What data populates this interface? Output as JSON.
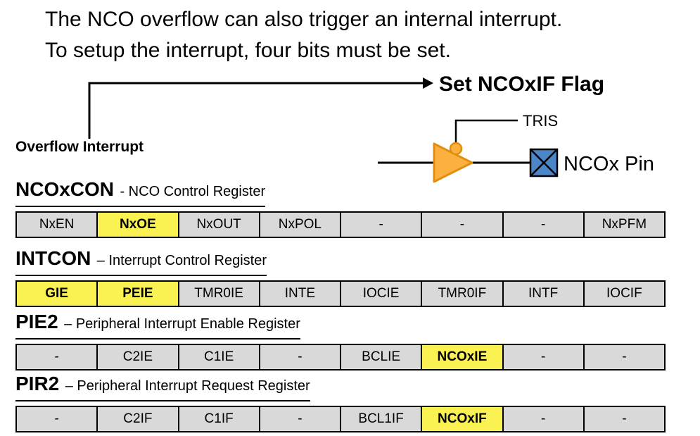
{
  "intro": {
    "line1": "The NCO overflow can also trigger an internal interrupt.",
    "line2": "To setup the interrupt, four bits must be set."
  },
  "diagram": {
    "set_flag_label": "Set NCOxIF Flag",
    "overflow_label": "Overflow Interrupt",
    "tris_label": "TRIS",
    "pin_label": "NCOx Pin"
  },
  "registers": [
    {
      "name": "NCOxCON",
      "desc": "- NCO Control Register",
      "cells": [
        {
          "label": "NxEN",
          "highlight": false
        },
        {
          "label": "NxOE",
          "highlight": true
        },
        {
          "label": "NxOUT",
          "highlight": false
        },
        {
          "label": "NxPOL",
          "highlight": false
        },
        {
          "label": "-",
          "highlight": false
        },
        {
          "label": "-",
          "highlight": false
        },
        {
          "label": "-",
          "highlight": false
        },
        {
          "label": "NxPFM",
          "highlight": false
        }
      ]
    },
    {
      "name": "INTCON",
      "desc": "– Interrupt Control Register",
      "cells": [
        {
          "label": "GIE",
          "highlight": true
        },
        {
          "label": "PEIE",
          "highlight": true
        },
        {
          "label": "TMR0IE",
          "highlight": false
        },
        {
          "label": "INTE",
          "highlight": false
        },
        {
          "label": "IOCIE",
          "highlight": false
        },
        {
          "label": "TMR0IF",
          "highlight": false
        },
        {
          "label": "INTF",
          "highlight": false
        },
        {
          "label": "IOCIF",
          "highlight": false
        }
      ]
    },
    {
      "name": "PIE2",
      "desc": "– Peripheral Interrupt Enable Register",
      "cells": [
        {
          "label": "-",
          "highlight": false
        },
        {
          "label": "C2IE",
          "highlight": false
        },
        {
          "label": "C1IE",
          "highlight": false
        },
        {
          "label": "-",
          "highlight": false
        },
        {
          "label": "BCLIE",
          "highlight": false
        },
        {
          "label": "NCOxIE",
          "highlight": true
        },
        {
          "label": "-",
          "highlight": false
        },
        {
          "label": "-",
          "highlight": false
        }
      ]
    },
    {
      "name": "PIR2",
      "desc": "– Peripheral Interrupt Request Register",
      "cells": [
        {
          "label": "-",
          "highlight": false
        },
        {
          "label": "C2IF",
          "highlight": false
        },
        {
          "label": "C1IF",
          "highlight": false
        },
        {
          "label": "-",
          "highlight": false
        },
        {
          "label": "BCL1IF",
          "highlight": false
        },
        {
          "label": "NCOxIF",
          "highlight": true
        },
        {
          "label": "-",
          "highlight": false
        },
        {
          "label": "-",
          "highlight": false
        }
      ]
    }
  ],
  "colors": {
    "highlight": "#FAF153",
    "cell_bg": "#D9D9D9",
    "buffer_fill": "#FBB040",
    "buffer_stroke": "#E08E0B",
    "pin_fill": "#4A86C8"
  }
}
